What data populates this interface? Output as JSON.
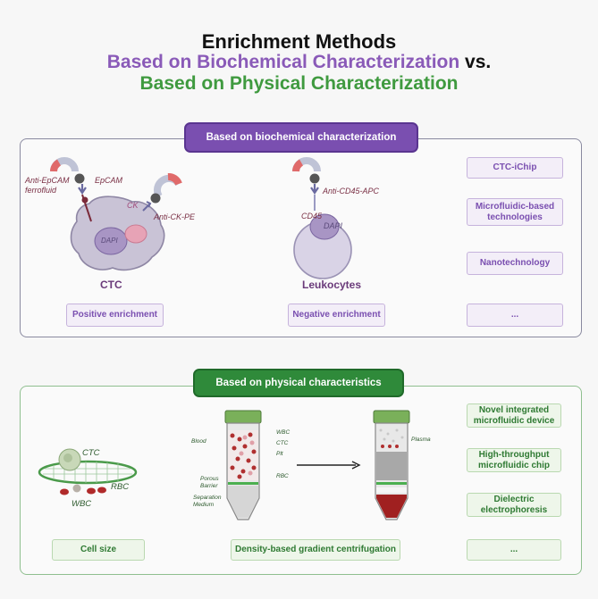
{
  "title": {
    "line1": "Enrichment Methods",
    "line2": "Based on Biochemical Characterization",
    "line2_suffix": "vs.",
    "line3": "Based on Physical Characterization"
  },
  "biochemical": {
    "header": "Based on biochemical characterization",
    "ctc": {
      "name": "CTC",
      "anti_epcam": "Anti-EpCAM",
      "ferrofluid": "ferrofluid",
      "epcam": "EpCAM",
      "ck": "CK",
      "anti_ck": "Anti-CK-PE",
      "dapi": "DAPI"
    },
    "leukocyte": {
      "name": "Leukocytes",
      "anti_cd45": "Anti-CD45-APC",
      "cd45": "CD45",
      "dapi": "DAPI"
    },
    "methods": [
      "CTC-iChip",
      "Microfluidic-based technologies",
      "Nanotechnology",
      "..."
    ],
    "positive": "Positive enrichment",
    "negative": "Negative enrichment"
  },
  "physical": {
    "header": "Based on physical characteristics",
    "cellsize": {
      "ctc": "CTC",
      "rbc": "RBC",
      "wbc": "WBC",
      "label": "Cell size"
    },
    "tube1": {
      "wbc": "WBC",
      "ctc": "CTC",
      "plt": "Plt",
      "rbc": "RBC",
      "blood": "Blood",
      "porous1": "Porous",
      "porous2": "Barrier",
      "sep1": "Separation",
      "sep2": "Medium"
    },
    "tube2": {
      "plasma": "Plasma"
    },
    "density": "Density-based gradient centrifugation",
    "methods": [
      "Novel integrated microfluidic device",
      "High-throughput microfluidic chip",
      "Dielectric electrophoresis",
      "..."
    ]
  },
  "colors": {
    "purple": "#7a4fb0",
    "green": "#2f8a3a",
    "label_maroon": "#7a3045"
  }
}
